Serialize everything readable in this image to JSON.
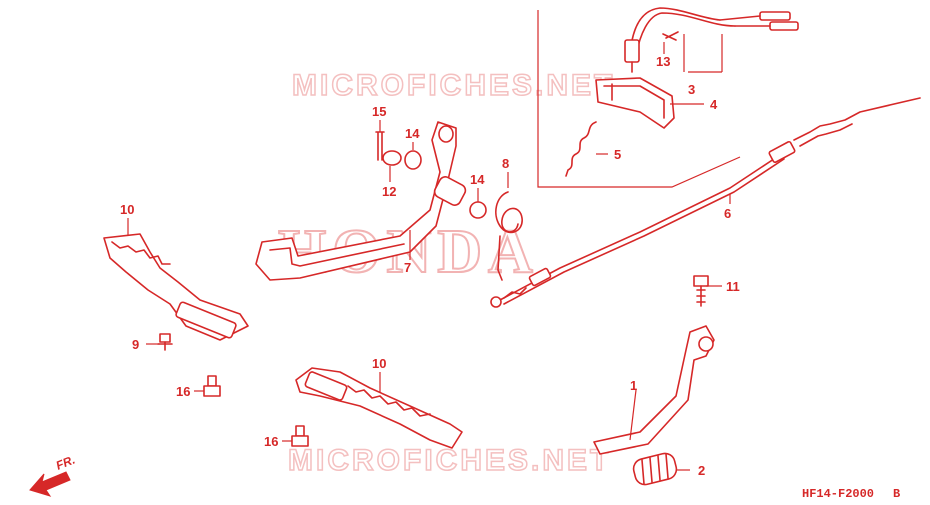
{
  "watermarks": {
    "brand": "HONDA",
    "site_top": "MICROFICHES.NET",
    "site_bottom": "MICROFICHES.NET"
  },
  "drawing_code": "HF14-F2000",
  "drawing_revision": "B",
  "direction_label": "FR.",
  "colors": {
    "line": "#d62828",
    "watermark": "#f2b3b3"
  },
  "callouts": [
    "1",
    "2",
    "3",
    "4",
    "5",
    "6",
    "7",
    "8",
    "9",
    "10",
    "10",
    "11",
    "12",
    "13",
    "14",
    "14",
    "15",
    "16",
    "16"
  ]
}
